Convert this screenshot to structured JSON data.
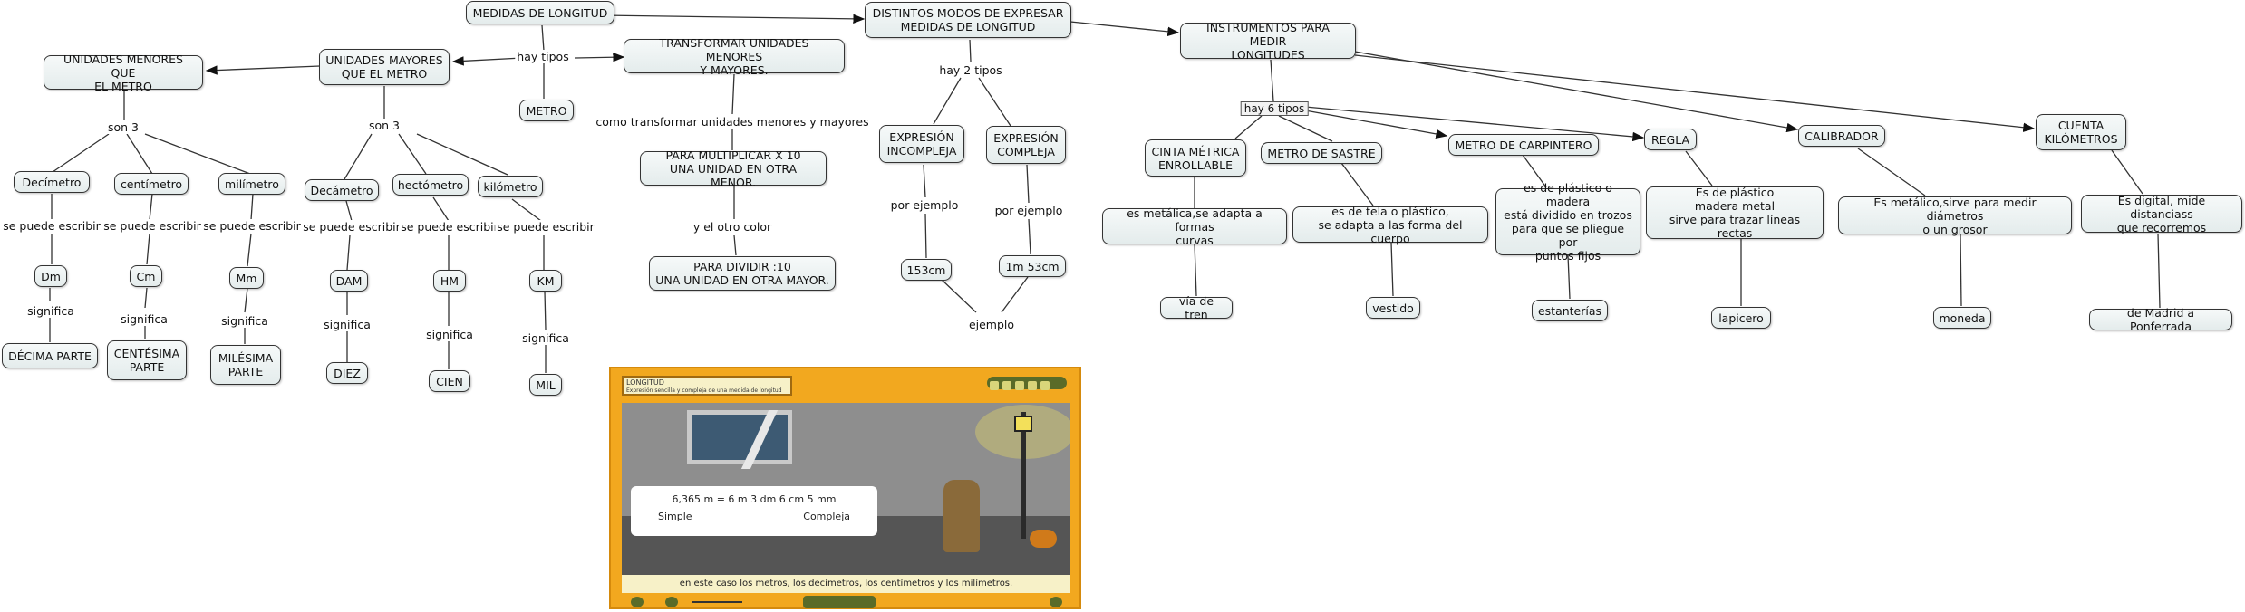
{
  "nodes": {
    "medidas": "MEDIDAS DE LONGITUD",
    "modos": "DISTINTOS MODOS DE EXPRESAR\nMEDIDAS DE LONGITUD",
    "instrumentos": "INSTRUMENTOS PARA MEDIR\nLONGITUDES",
    "menores": "UNIDADES MENORES QUE\nEL METRO",
    "mayores": "UNIDADES MAYORES\nQUE EL METRO",
    "metro": "METRO",
    "transformar": "TRANSFORMAR UNIDADES MENORES\nY MAYORES.",
    "multiplicar": "PARA MULTIPLICAR X 10\nUNA UNIDAD EN OTRA MENOR.",
    "dividir": "PARA DIVIDIR :10\nUNA UNIDAD EN OTRA MAYOR.",
    "decimetro": "Decímetro",
    "centimetro": "centímetro",
    "milimetro": "milímetro",
    "dm": "Dm",
    "cm": "Cm",
    "mm": "Mm",
    "decima": "DÉCIMA PARTE",
    "centesima": "CENTÉSIMA\nPARTE",
    "milesima": "MILÉSIMA\nPARTE",
    "decametro": "Decámetro",
    "hectometro": "hectómetro",
    "kilometro": "kilómetro",
    "dam": "DAM",
    "hm": "HM",
    "km": "KM",
    "diez": "DIEZ",
    "cien": "CIEN",
    "mil": "MIL",
    "incompleja": "EXPRESIÓN\nINCOMPLEJA",
    "compleja": "EXPRESIÓN\nCOMPLEJA",
    "ex153": "153cm",
    "ex1m53": "1m 53cm",
    "cinta": "CINTA MÉTRICA\nENROLLABLE",
    "sastre": "METRO DE SASTRE",
    "carpintero": "METRO DE CARPINTERO",
    "regla": "REGLA",
    "calibrador": "CALIBRADOR",
    "cuenta": "CUENTA\nKILÓMETROS",
    "cinta_desc": "es metálica,se adapta a formas\ncurvas",
    "sastre_desc": "es de tela o plástico,\nse adapta a las forma del cuerpo",
    "carpintero_desc": "es de plástico o madera\nestá dividido en trozos\npara que se pliegue por\npuntos fijos",
    "regla_desc": "Es de plástico\nmadera metal\nsirve para trazar líneas rectas",
    "calibrador_desc": "Es metálico,sirve para medir diámetros\no un grosor",
    "cuenta_desc": "Es digital, mide distanciass\nque recorremos",
    "via": "vía de tren",
    "vestido": "vestido",
    "estanterias": "estanterías",
    "lapicero": "lapicero",
    "moneda": "moneda",
    "madrid": "de Madrid a Ponferrada"
  },
  "labels": {
    "hay_tipos": "hay tipos",
    "son3_a": "son 3",
    "son3_b": "son 3",
    "escribir_1": "se puede escribir",
    "escribir_2": "se puede escribir",
    "escribir_3": "se puede escribir",
    "escribir_4": "se puede escribir",
    "escribir_5": "se puede escribir",
    "escribir_6": "se puede escribir",
    "significa_1": "significa",
    "significa_2": "significa",
    "significa_3": "significa",
    "significa_4": "significa",
    "significa_5": "significa",
    "significa_6": "significa",
    "como_transformar": "como transformar unidades menores y mayores",
    "otro_color": "y el otro color",
    "hay2tipos": "hay 2 tipos",
    "ejemplo_1": "por ejemplo",
    "ejemplo_2": "por ejemplo",
    "ejemplo": "ejemplo",
    "hay6tipos": "hay 6 tipos"
  },
  "game": {
    "title": "LONGITUD",
    "subtitle_small": "Expresión sencilla y compleja de una medida de longitud",
    "equation": "6,365 m = 6 m 3 dm 6 cm 5 mm",
    "simple_label": "Simple",
    "compleja_label": "Compleja",
    "caption": "en este caso los metros, los decímetros, los centímetros y los milímetros.",
    "colors": {
      "frame": "#f2a81f",
      "panel": "#f7f1c8",
      "buttons": "#5a6b28"
    }
  }
}
